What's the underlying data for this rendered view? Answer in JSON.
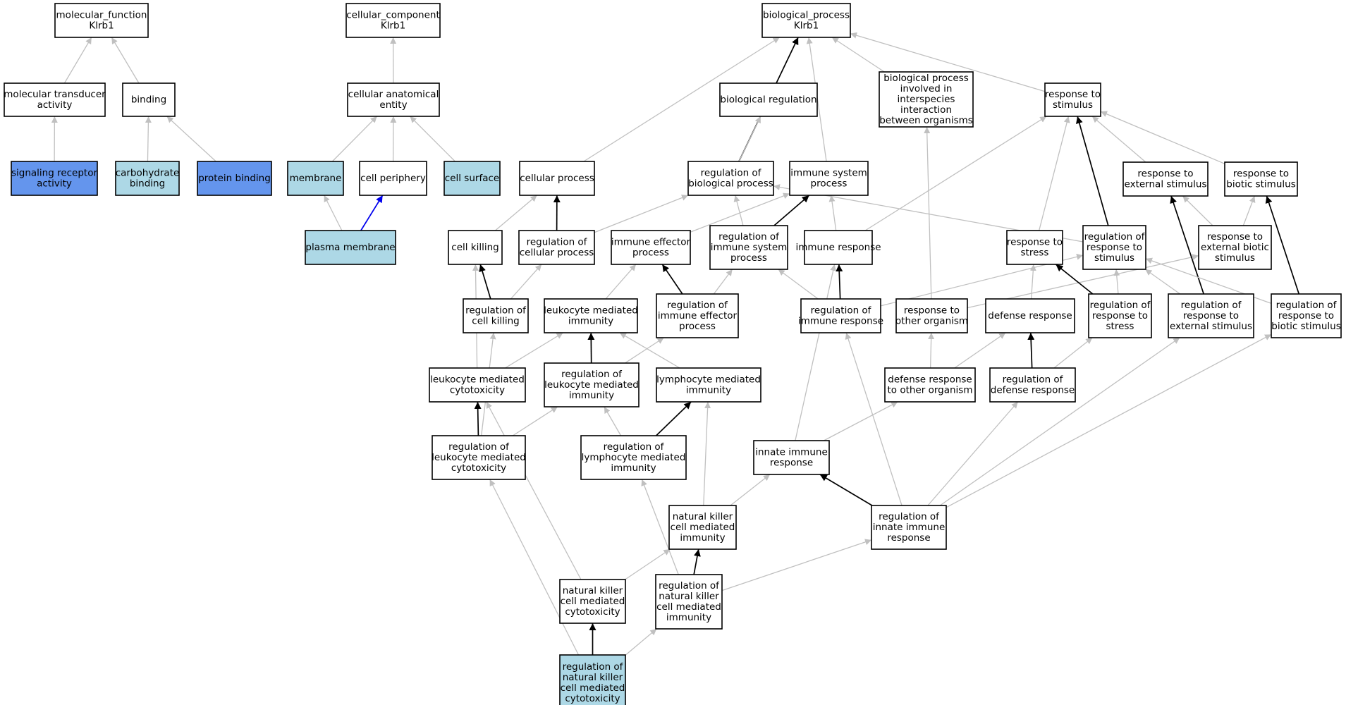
{
  "colors": {
    "default": "#ffffff",
    "light_blue": "#add8e6",
    "cornflower": "#6495ed",
    "edge_gray": "#c0c0c0",
    "edge_black": "#000000",
    "edge_blue": "#0000ee"
  },
  "nodes": [
    {
      "id": "mf",
      "lines": [
        "molecular_function",
        "Klrb1"
      ],
      "fill": "default"
    },
    {
      "id": "cc",
      "lines": [
        "cellular_component",
        "Klrb1"
      ],
      "fill": "default"
    },
    {
      "id": "bp",
      "lines": [
        "biological_process",
        "Klrb1"
      ],
      "fill": "default"
    },
    {
      "id": "mta",
      "lines": [
        "molecular transducer",
        "activity"
      ],
      "fill": "default"
    },
    {
      "id": "binding",
      "lines": [
        "binding"
      ],
      "fill": "default"
    },
    {
      "id": "cae",
      "lines": [
        "cellular anatomical",
        "entity"
      ],
      "fill": "default"
    },
    {
      "id": "breg",
      "lines": [
        "biological regulation"
      ],
      "fill": "default"
    },
    {
      "id": "bpii",
      "lines": [
        "biological process",
        "involved in",
        "interspecies",
        "interaction",
        "between organisms"
      ],
      "fill": "default"
    },
    {
      "id": "rts",
      "lines": [
        "response to",
        "stimulus"
      ],
      "fill": "default"
    },
    {
      "id": "sra",
      "lines": [
        "signaling receptor",
        "activity"
      ],
      "fill": "cornflower"
    },
    {
      "id": "carb",
      "lines": [
        "carbohydrate",
        "binding"
      ],
      "fill": "light_blue"
    },
    {
      "id": "prot",
      "lines": [
        "protein binding"
      ],
      "fill": "cornflower"
    },
    {
      "id": "membrane",
      "lines": [
        "membrane"
      ],
      "fill": "light_blue"
    },
    {
      "id": "cellper",
      "lines": [
        "cell periphery"
      ],
      "fill": "default"
    },
    {
      "id": "cellsurf",
      "lines": [
        "cell surface"
      ],
      "fill": "light_blue"
    },
    {
      "id": "cellproc",
      "lines": [
        "cellular process"
      ],
      "fill": "default"
    },
    {
      "id": "regbp",
      "lines": [
        "regulation of",
        "biological process"
      ],
      "fill": "default"
    },
    {
      "id": "isp",
      "lines": [
        "immune system",
        "process"
      ],
      "fill": "default"
    },
    {
      "id": "rtes",
      "lines": [
        "response to",
        "external stimulus"
      ],
      "fill": "default"
    },
    {
      "id": "rtbs",
      "lines": [
        "response to",
        "biotic stimulus"
      ],
      "fill": "default"
    },
    {
      "id": "pm",
      "lines": [
        "plasma membrane"
      ],
      "fill": "light_blue"
    },
    {
      "id": "ck",
      "lines": [
        "cell killing"
      ],
      "fill": "default"
    },
    {
      "id": "regcp",
      "lines": [
        "regulation of",
        "cellular process"
      ],
      "fill": "default"
    },
    {
      "id": "iep",
      "lines": [
        "immune effector",
        "process"
      ],
      "fill": "default"
    },
    {
      "id": "regisp",
      "lines": [
        "regulation of",
        "immune system",
        "process"
      ],
      "fill": "default"
    },
    {
      "id": "ir",
      "lines": [
        "immune response"
      ],
      "fill": "default"
    },
    {
      "id": "rtstress",
      "lines": [
        "response to",
        "stress"
      ],
      "fill": "default"
    },
    {
      "id": "regrts",
      "lines": [
        "regulation of",
        "response to",
        "stimulus"
      ],
      "fill": "default"
    },
    {
      "id": "rtebs",
      "lines": [
        "response to",
        "external biotic",
        "stimulus"
      ],
      "fill": "default"
    },
    {
      "id": "regck",
      "lines": [
        "regulation of",
        "cell killing"
      ],
      "fill": "default"
    },
    {
      "id": "lmi",
      "lines": [
        "leukocyte mediated",
        "immunity"
      ],
      "fill": "default"
    },
    {
      "id": "regiep",
      "lines": [
        "regulation of",
        "immune effector",
        "process"
      ],
      "fill": "default"
    },
    {
      "id": "regir",
      "lines": [
        "regulation of",
        "immune response"
      ],
      "fill": "default"
    },
    {
      "id": "rtoo",
      "lines": [
        "response to",
        "other organism"
      ],
      "fill": "default"
    },
    {
      "id": "dr",
      "lines": [
        "defense response"
      ],
      "fill": "default"
    },
    {
      "id": "regrtstress",
      "lines": [
        "regulation of",
        "response to",
        "stress"
      ],
      "fill": "default"
    },
    {
      "id": "regrtes",
      "lines": [
        "regulation of",
        "response to",
        "external stimulus"
      ],
      "fill": "default"
    },
    {
      "id": "regrtbs",
      "lines": [
        "regulation of",
        "response to",
        "biotic stimulus"
      ],
      "fill": "default"
    },
    {
      "id": "lmc",
      "lines": [
        "leukocyte mediated",
        "cytotoxicity"
      ],
      "fill": "default"
    },
    {
      "id": "reglmi",
      "lines": [
        "regulation of",
        "leukocyte mediated",
        "immunity"
      ],
      "fill": "default"
    },
    {
      "id": "lymi",
      "lines": [
        "lymphocyte mediated",
        "immunity"
      ],
      "fill": "default"
    },
    {
      "id": "drtoo",
      "lines": [
        "defense response",
        "to other organism"
      ],
      "fill": "default"
    },
    {
      "id": "regdr",
      "lines": [
        "regulation of",
        "defense response"
      ],
      "fill": "default"
    },
    {
      "id": "reglmc",
      "lines": [
        "regulation of",
        "leukocyte mediated",
        "cytotoxicity"
      ],
      "fill": "default"
    },
    {
      "id": "reglymi",
      "lines": [
        "regulation of",
        "lymphocyte mediated",
        "immunity"
      ],
      "fill": "default"
    },
    {
      "id": "iir",
      "lines": [
        "innate immune",
        "response"
      ],
      "fill": "default"
    },
    {
      "id": "nkmi",
      "lines": [
        "natural killer",
        "cell mediated",
        "immunity"
      ],
      "fill": "default"
    },
    {
      "id": "regiir",
      "lines": [
        "regulation of",
        "innate immune",
        "response"
      ],
      "fill": "default"
    },
    {
      "id": "nkmc",
      "lines": [
        "natural killer",
        "cell mediated",
        "cytotoxicity"
      ],
      "fill": "default"
    },
    {
      "id": "regnkmi",
      "lines": [
        "regulation of",
        "natural killer",
        "cell mediated",
        "immunity"
      ],
      "fill": "default"
    },
    {
      "id": "regnkmc",
      "lines": [
        "regulation of",
        "natural killer",
        "cell mediated",
        "cytotoxicity"
      ],
      "fill": "light_blue"
    }
  ],
  "edges": [
    {
      "from": "mta",
      "to": "mf",
      "kind": "gray"
    },
    {
      "from": "binding",
      "to": "mf",
      "kind": "gray"
    },
    {
      "from": "cae",
      "to": "cc",
      "kind": "gray"
    },
    {
      "from": "sra",
      "to": "mta",
      "kind": "gray"
    },
    {
      "from": "carb",
      "to": "binding",
      "kind": "gray"
    },
    {
      "from": "prot",
      "to": "binding",
      "kind": "gray"
    },
    {
      "from": "membrane",
      "to": "cae",
      "kind": "gray"
    },
    {
      "from": "cellper",
      "to": "cae",
      "kind": "gray"
    },
    {
      "from": "cellsurf",
      "to": "cae",
      "kind": "gray"
    },
    {
      "from": "pm",
      "to": "membrane",
      "kind": "gray"
    },
    {
      "from": "pm",
      "to": "cellper",
      "kind": "blue"
    },
    {
      "from": "breg",
      "to": "bp",
      "kind": "gray"
    },
    {
      "from": "bpii",
      "to": "bp",
      "kind": "gray"
    },
    {
      "from": "rts",
      "to": "bp",
      "kind": "gray"
    },
    {
      "from": "cellproc",
      "to": "bp",
      "kind": "gray"
    },
    {
      "from": "regbp",
      "to": "bp",
      "kind": "black"
    },
    {
      "from": "isp",
      "to": "bp",
      "kind": "gray"
    },
    {
      "from": "regbp",
      "to": "breg",
      "kind": "gray"
    },
    {
      "from": "rtes",
      "to": "rts",
      "kind": "gray"
    },
    {
      "from": "rtbs",
      "to": "rts",
      "kind": "gray"
    },
    {
      "from": "ck",
      "to": "cellproc",
      "kind": "gray"
    },
    {
      "from": "regcp",
      "to": "cellproc",
      "kind": "black"
    },
    {
      "from": "regcp",
      "to": "regbp",
      "kind": "gray"
    },
    {
      "from": "iep",
      "to": "isp",
      "kind": "gray"
    },
    {
      "from": "regisp",
      "to": "regbp",
      "kind": "gray"
    },
    {
      "from": "regisp",
      "to": "isp",
      "kind": "black"
    },
    {
      "from": "ir",
      "to": "isp",
      "kind": "gray"
    },
    {
      "from": "ir",
      "to": "rts",
      "kind": "gray"
    },
    {
      "from": "rtstress",
      "to": "rts",
      "kind": "gray"
    },
    {
      "from": "regrts",
      "to": "rts",
      "kind": "black"
    },
    {
      "from": "regrts",
      "to": "regbp",
      "kind": "gray"
    },
    {
      "from": "rtebs",
      "to": "rtes",
      "kind": "gray"
    },
    {
      "from": "rtebs",
      "to": "rtbs",
      "kind": "gray"
    },
    {
      "from": "regck",
      "to": "ck",
      "kind": "black"
    },
    {
      "from": "regck",
      "to": "regcp",
      "kind": "gray"
    },
    {
      "from": "lmi",
      "to": "iep",
      "kind": "gray"
    },
    {
      "from": "regiep",
      "to": "iep",
      "kind": "black"
    },
    {
      "from": "regiep",
      "to": "regisp",
      "kind": "gray"
    },
    {
      "from": "regir",
      "to": "ir",
      "kind": "black"
    },
    {
      "from": "regir",
      "to": "regisp",
      "kind": "gray"
    },
    {
      "from": "regir",
      "to": "regrts",
      "kind": "gray"
    },
    {
      "from": "rtoo",
      "to": "bpii",
      "kind": "gray"
    },
    {
      "from": "rtoo",
      "to": "rtebs",
      "kind": "gray"
    },
    {
      "from": "dr",
      "to": "rtstress",
      "kind": "gray"
    },
    {
      "from": "regrtstress",
      "to": "rtstress",
      "kind": "black"
    },
    {
      "from": "regrtstress",
      "to": "regrts",
      "kind": "gray"
    },
    {
      "from": "regrtes",
      "to": "rtes",
      "kind": "black"
    },
    {
      "from": "regrtes",
      "to": "regrts",
      "kind": "gray"
    },
    {
      "from": "regrtbs",
      "to": "rtbs",
      "kind": "black"
    },
    {
      "from": "regrtbs",
      "to": "regrts",
      "kind": "gray"
    },
    {
      "from": "lmc",
      "to": "ck",
      "kind": "gray"
    },
    {
      "from": "lmc",
      "to": "lmi",
      "kind": "gray"
    },
    {
      "from": "reglmi",
      "to": "lmi",
      "kind": "black"
    },
    {
      "from": "reglmi",
      "to": "regiep",
      "kind": "gray"
    },
    {
      "from": "lymi",
      "to": "lmi",
      "kind": "gray"
    },
    {
      "from": "drtoo",
      "to": "rtoo",
      "kind": "gray"
    },
    {
      "from": "drtoo",
      "to": "dr",
      "kind": "gray"
    },
    {
      "from": "regdr",
      "to": "dr",
      "kind": "black"
    },
    {
      "from": "regdr",
      "to": "regrtstress",
      "kind": "gray"
    },
    {
      "from": "reglmc",
      "to": "lmc",
      "kind": "black"
    },
    {
      "from": "reglmc",
      "to": "reglmi",
      "kind": "gray"
    },
    {
      "from": "reglmc",
      "to": "regck",
      "kind": "gray"
    },
    {
      "from": "reglymi",
      "to": "lymi",
      "kind": "black"
    },
    {
      "from": "reglymi",
      "to": "reglmi",
      "kind": "gray"
    },
    {
      "from": "iir",
      "to": "ir",
      "kind": "gray"
    },
    {
      "from": "iir",
      "to": "drtoo",
      "kind": "gray"
    },
    {
      "from": "nkmi",
      "to": "lymi",
      "kind": "gray"
    },
    {
      "from": "nkmi",
      "to": "iir",
      "kind": "gray"
    },
    {
      "from": "regiir",
      "to": "iir",
      "kind": "black"
    },
    {
      "from": "regiir",
      "to": "regir",
      "kind": "gray"
    },
    {
      "from": "regiir",
      "to": "regdr",
      "kind": "gray"
    },
    {
      "from": "regiir",
      "to": "regrtes",
      "kind": "gray"
    },
    {
      "from": "regiir",
      "to": "regrtbs",
      "kind": "gray"
    },
    {
      "from": "nkmc",
      "to": "lmc",
      "kind": "gray"
    },
    {
      "from": "nkmc",
      "to": "nkmi",
      "kind": "gray"
    },
    {
      "from": "regnkmi",
      "to": "nkmi",
      "kind": "black"
    },
    {
      "from": "regnkmi",
      "to": "reglymi",
      "kind": "gray"
    },
    {
      "from": "regnkmi",
      "to": "regiir",
      "kind": "gray"
    },
    {
      "from": "regnkmc",
      "to": "nkmc",
      "kind": "black"
    },
    {
      "from": "regnkmc",
      "to": "reglmc",
      "kind": "gray"
    },
    {
      "from": "regnkmc",
      "to": "regnkmi",
      "kind": "gray"
    }
  ]
}
